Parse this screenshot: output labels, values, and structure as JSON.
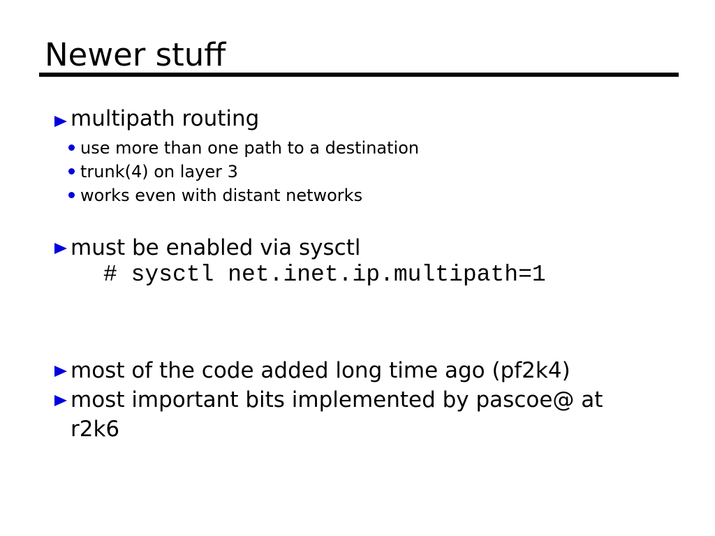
{
  "colors": {
    "bullet": "#0000dd",
    "text": "#000000",
    "rule": "#000000",
    "background": "#ffffff"
  },
  "slide": {
    "title": "Newer stuff",
    "bullets": [
      {
        "text": "multipath routing",
        "subitems": [
          "use more than one path to a destination",
          "trunk(4) on layer 3",
          "works even with distant networks"
        ]
      },
      {
        "text": "must be enabled via sysctl",
        "code": "# sysctl net.inet.ip.multipath=1"
      },
      {
        "text": "most of the code added long time ago (pf2k4)"
      },
      {
        "text": "most important bits implemented by pascoe@ at r2k6"
      }
    ]
  }
}
